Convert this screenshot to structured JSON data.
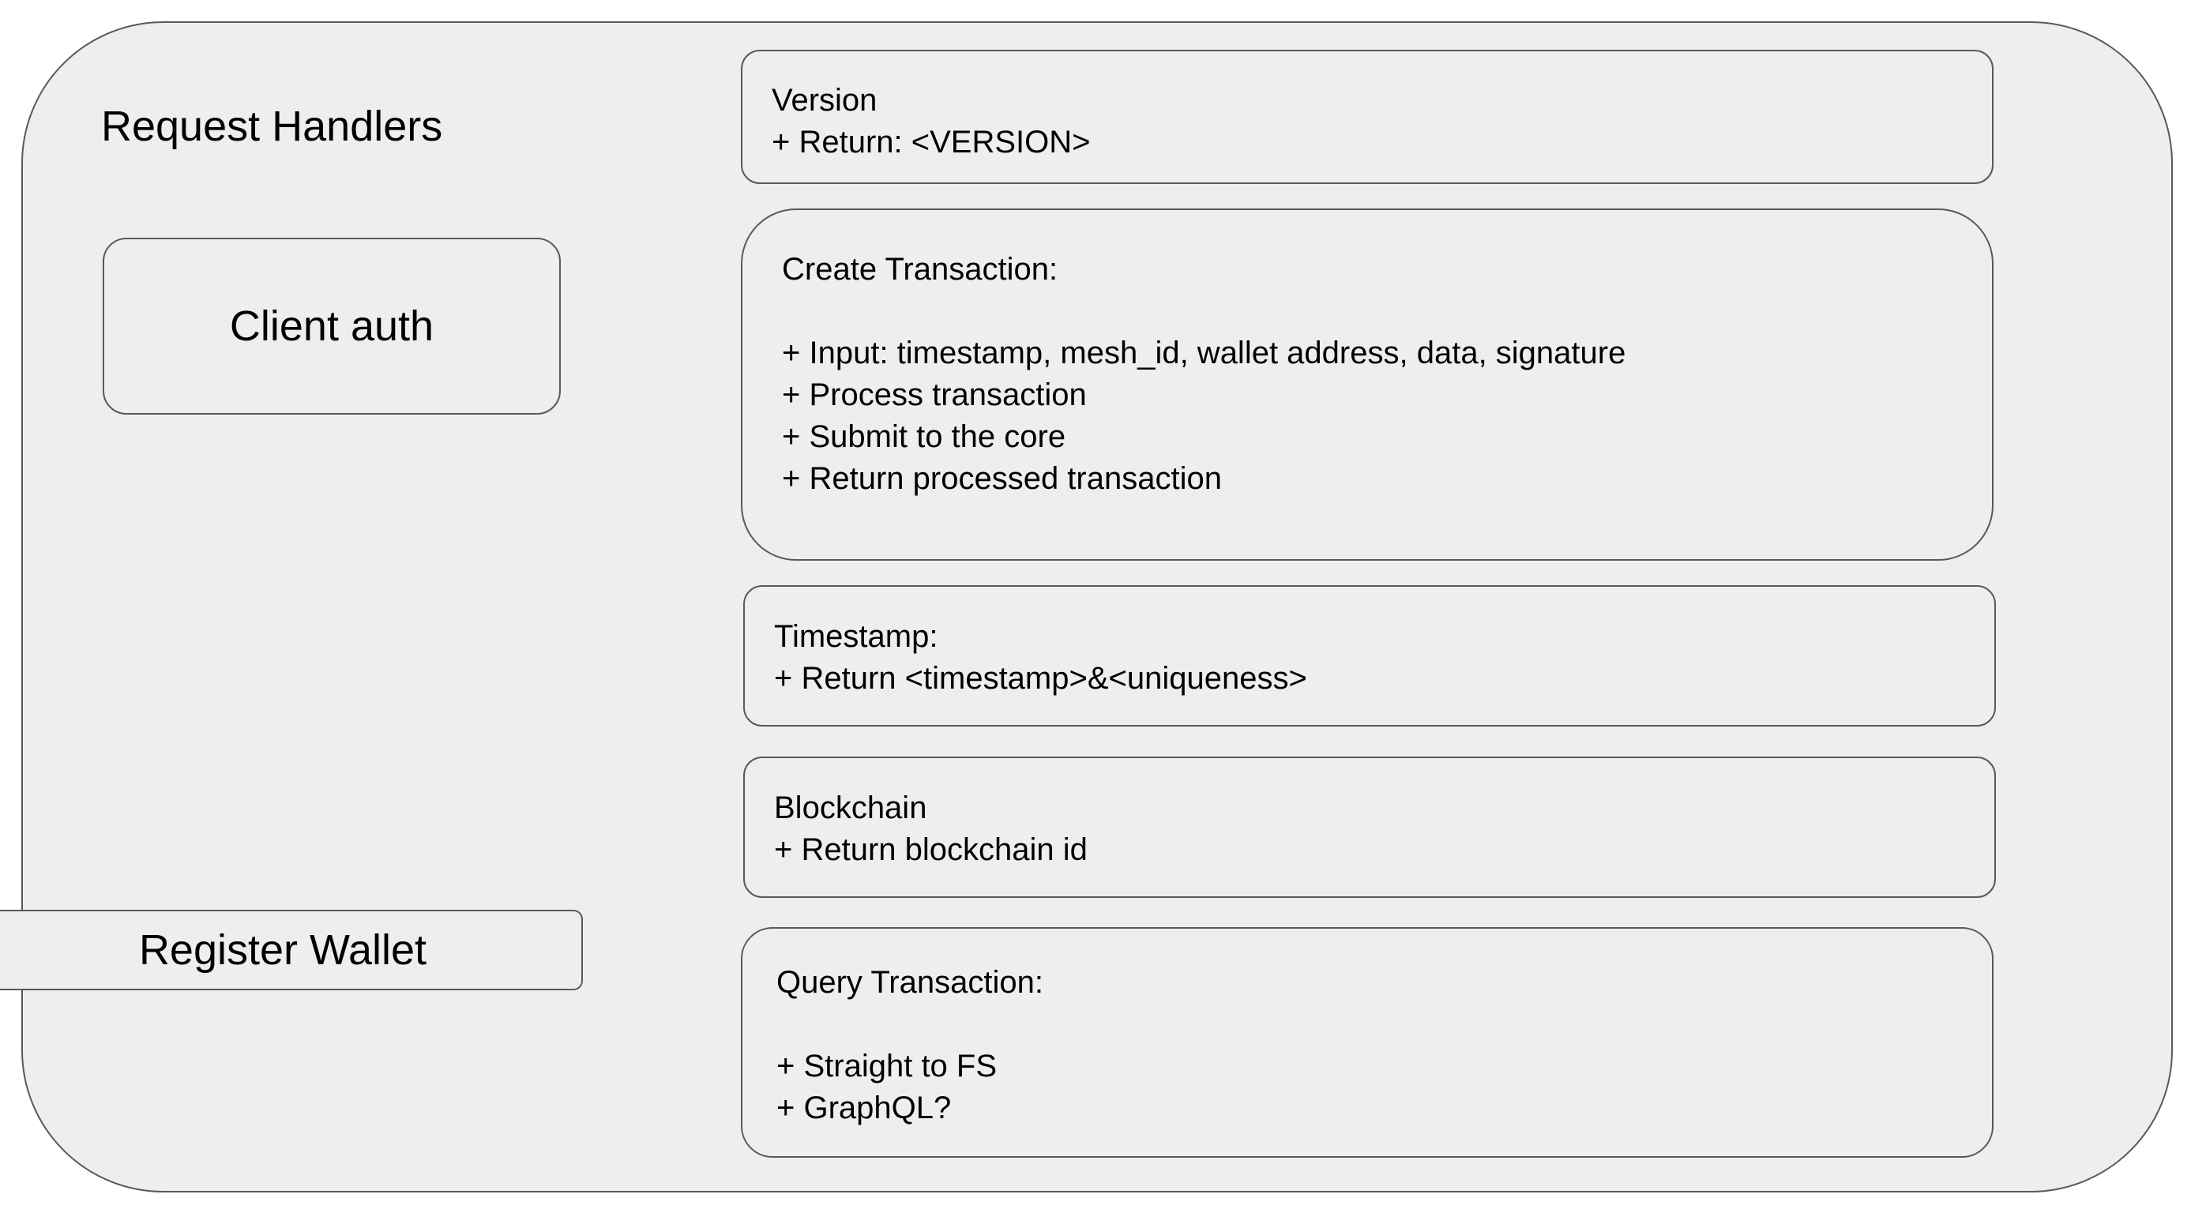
{
  "diagram": {
    "container_title": "Request Handlers",
    "client_auth_label": "Client auth",
    "register_wallet_label": "Register Wallet",
    "version": {
      "title": "Version",
      "lines": [
        "+ Return: <VERSION>"
      ]
    },
    "create_transaction": {
      "title": "Create Transaction:",
      "lines": [
        "+ Input: timestamp, mesh_id, wallet address, data, signature",
        "+ Process transaction",
        "+ Submit to the core",
        "+ Return processed transaction"
      ]
    },
    "timestamp": {
      "title": "Timestamp:",
      "lines": [
        "+ Return <timestamp>&<uniqueness>"
      ]
    },
    "blockchain": {
      "title": "Blockchain",
      "lines": [
        "+ Return blockchain id"
      ]
    },
    "query_transaction": {
      "title": "Query Transaction:",
      "lines": [
        "+ Straight to FS",
        "+ GraphQL?"
      ]
    },
    "colors": {
      "fill": "#eeeeee",
      "stroke": "#595959",
      "text": "#000000"
    }
  }
}
